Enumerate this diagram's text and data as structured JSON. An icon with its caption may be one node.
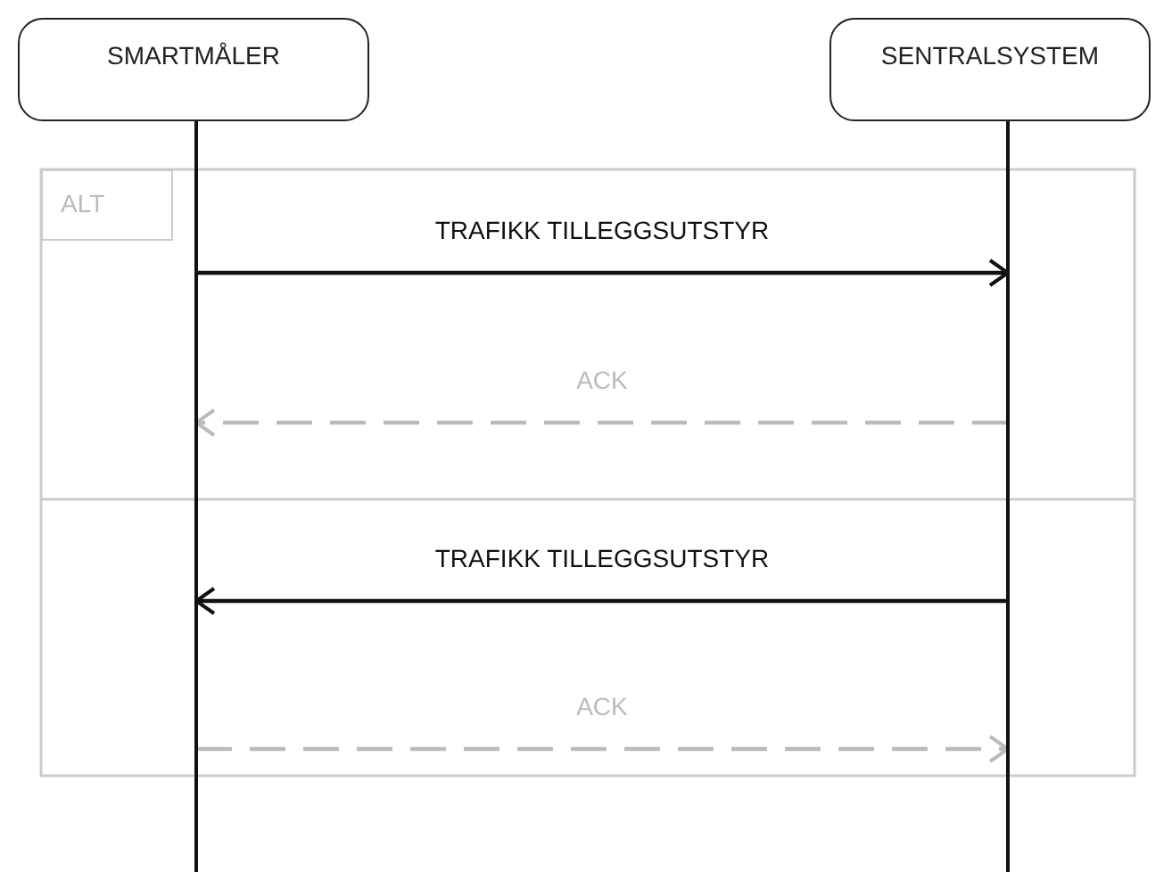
{
  "diagram": {
    "nodes": [
      {
        "text": [
          "SMARTMÅLER"
        ]
      },
      {
        "text": [
          "SENTRALSYSTEM"
        ]
      }
    ],
    "edges": [
      {
        "from": 0,
        "to": 1,
        "arrow": "to",
        "label": "TRAFIKK TILLEGGSUTSTYR"
      },
      {
        "from": 1,
        "to": 0,
        "arrow": "to",
        "label": "ACK",
        "style": "dashed",
        "color": "#bbbbbb"
      },
      {
        "from": 1,
        "to": 0,
        "arrow": "to",
        "label": "TRAFIKK TILLEGGSUTSTYR"
      },
      {
        "from": 0,
        "to": 1,
        "arrow": "to",
        "label": "ACK",
        "style": "dashed",
        "color": "#bbbbbb"
      }
    ],
    "labels": [
      "ALT"
    ]
  }
}
